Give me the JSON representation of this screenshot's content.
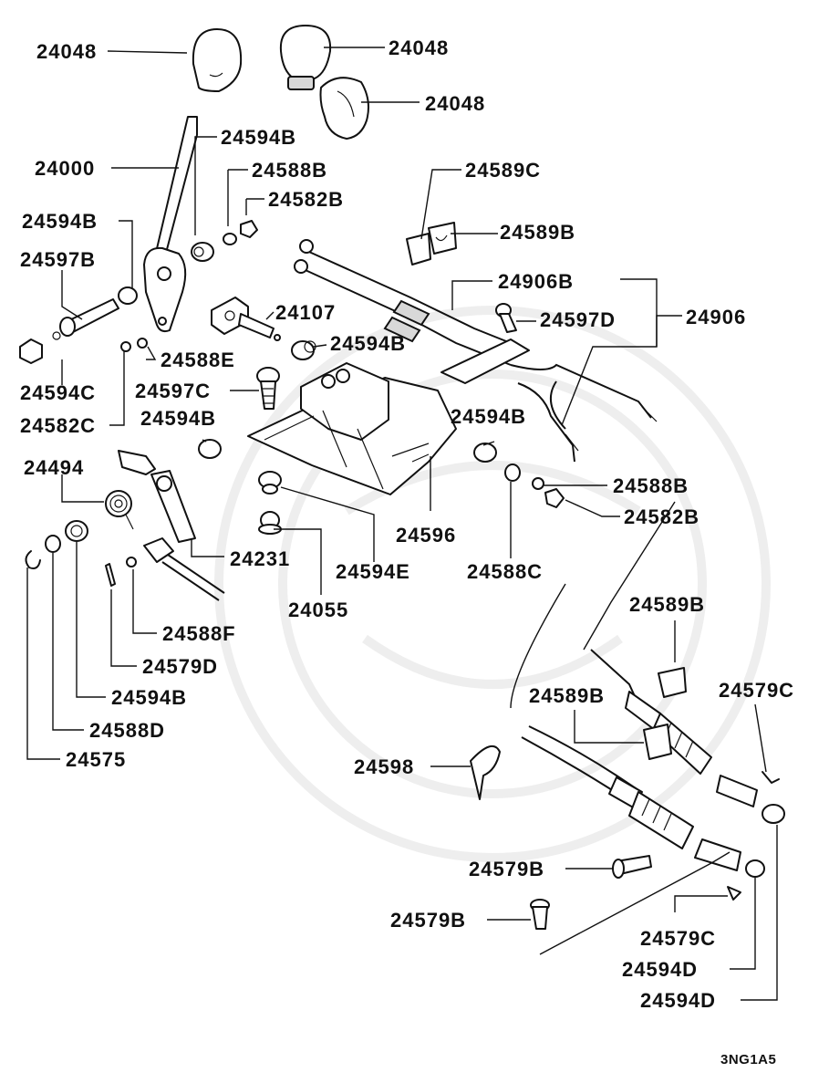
{
  "diagram_code": "3NG1A5",
  "labels": {
    "l24048a": "24048",
    "l24048b": "24048",
    "l24048c": "24048",
    "l24000": "24000",
    "l24594B_top": "24594B",
    "l24588B_top": "24588B",
    "l24582B_top": "24582B",
    "l24594B_left": "24594B",
    "l24597B": "24597B",
    "l24107": "24107",
    "l24594B_mid": "24594B",
    "l24588E": "24588E",
    "l24594C": "24594C",
    "l24582C": "24582C",
    "l24597C": "24597C",
    "l24594B_lever": "24594B",
    "l24589C": "24589C",
    "l24589B_top": "24589B",
    "l24906B": "24906B",
    "l24597D": "24597D",
    "l24906": "24906",
    "l24594B_right": "24594B",
    "l24588B_right": "24588B",
    "l24582B_right": "24582B",
    "l24494": "24494",
    "l24596": "24596",
    "l24231": "24231",
    "l24594E": "24594E",
    "l24588C": "24588C",
    "l24055": "24055",
    "l24588F": "24588F",
    "l24579D": "24579D",
    "l24594B_low": "24594B",
    "l24588D": "24588D",
    "l24575": "24575",
    "l24589B_mid": "24589B",
    "l24589B_low": "24589B",
    "l24579C_top": "24579C",
    "l24598": "24598",
    "l24579B_a": "24579B",
    "l24579B_b": "24579B",
    "l24579C_low": "24579C",
    "l24594D_a": "24594D",
    "l24594D_b": "24594D"
  }
}
